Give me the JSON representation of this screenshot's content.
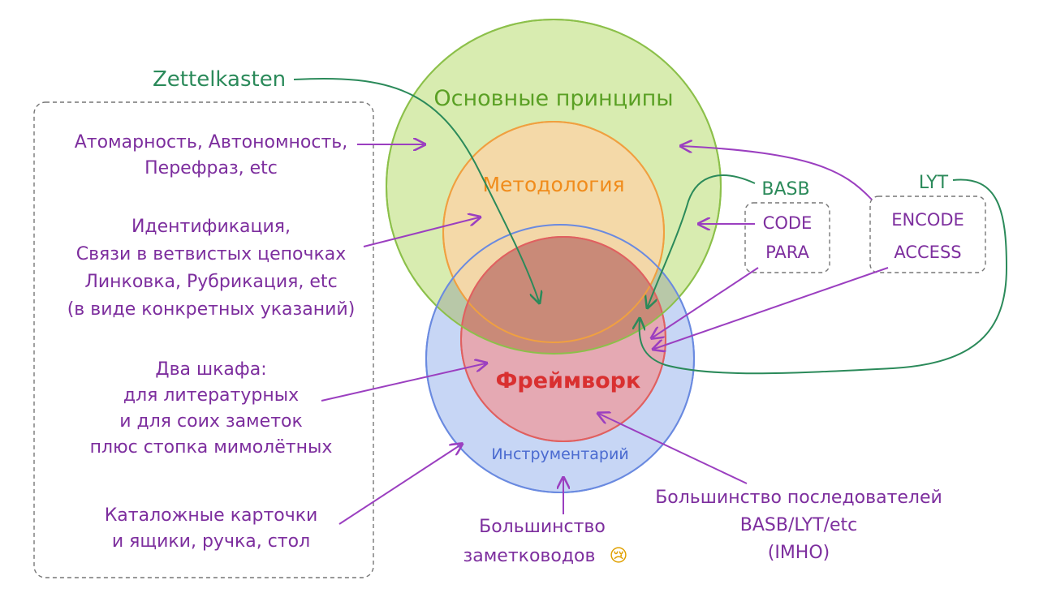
{
  "labels": {
    "zettelkasten": "Zettelkasten",
    "principles": "Основные принципы",
    "methodology": "Методология",
    "framework": "Фреймворк",
    "tools": "Инструментарий",
    "basb": "BASB",
    "lyt": "LYT",
    "code": "CODE",
    "para": "PARA",
    "encode": "ENCODE",
    "access": "ACCESS"
  },
  "left_notes": {
    "principles_lines": [
      "Атомарность, Автономность,",
      "Перефраз, etc"
    ],
    "methodology_lines": [
      "Идентификация,",
      "Связи в ветвистых цепочках",
      "Линковка, Рубрикация, etc",
      "(в виде конкретных указаний)"
    ],
    "framework_lines": [
      "Два шкафа:",
      "для литературных",
      "и для соих заметок",
      "плюс стопка мимолётных"
    ],
    "tools_lines": [
      "Каталожные карточки",
      "и ящики, ручка, стол"
    ]
  },
  "bottom_notes": {
    "majority_note_takers_lines": [
      "Большинство",
      "заметководов"
    ],
    "majority_note_takers_emoji": "😢",
    "majority_followers_lines": [
      "Большинство последователей",
      "BASB/LYT/etc",
      "(IMHO)"
    ]
  },
  "colors": {
    "principles_fill": "#d8ecb0",
    "principles_stroke": "#8cc04a",
    "methodology_fill": "#f6d8a8",
    "methodology_stroke": "#f0a040",
    "tools_fill": "#c4d4f4",
    "tools_stroke": "#6a8ae0",
    "framework_fill": "#e8a4ac",
    "framework_stroke": "#e06060",
    "overlap_fill": "#c98a78",
    "text_green": "#5aa024",
    "text_orange": "#f08c1c",
    "text_red": "#d93030",
    "text_blue": "#4a6ad0",
    "text_purple": "#7d2e9e",
    "text_teal": "#2b8a5a",
    "arrow_purple": "#9b3fc0",
    "arrow_teal": "#2b8a5a",
    "box_gray": "#777777"
  }
}
